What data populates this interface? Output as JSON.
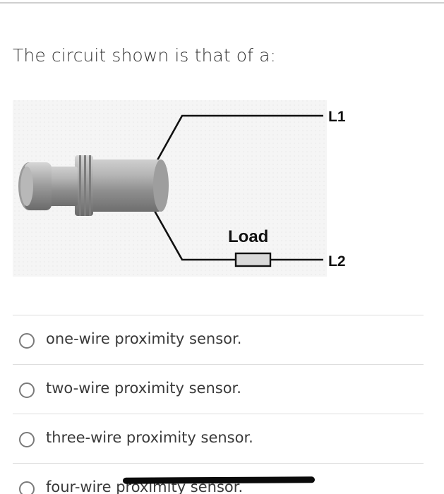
{
  "question": {
    "text": "The circuit shown is that of a:"
  },
  "figure": {
    "labels": {
      "l1": "L1",
      "l2": "L2",
      "load": "Load"
    }
  },
  "options": [
    {
      "label": "one-wire proximity sensor.",
      "selected": false
    },
    {
      "label": "two-wire proximity sensor.",
      "selected": false
    },
    {
      "label": "three-wire proximity sensor.",
      "selected": false
    },
    {
      "label": "four-wire proximity sensor.",
      "selected": false
    }
  ]
}
